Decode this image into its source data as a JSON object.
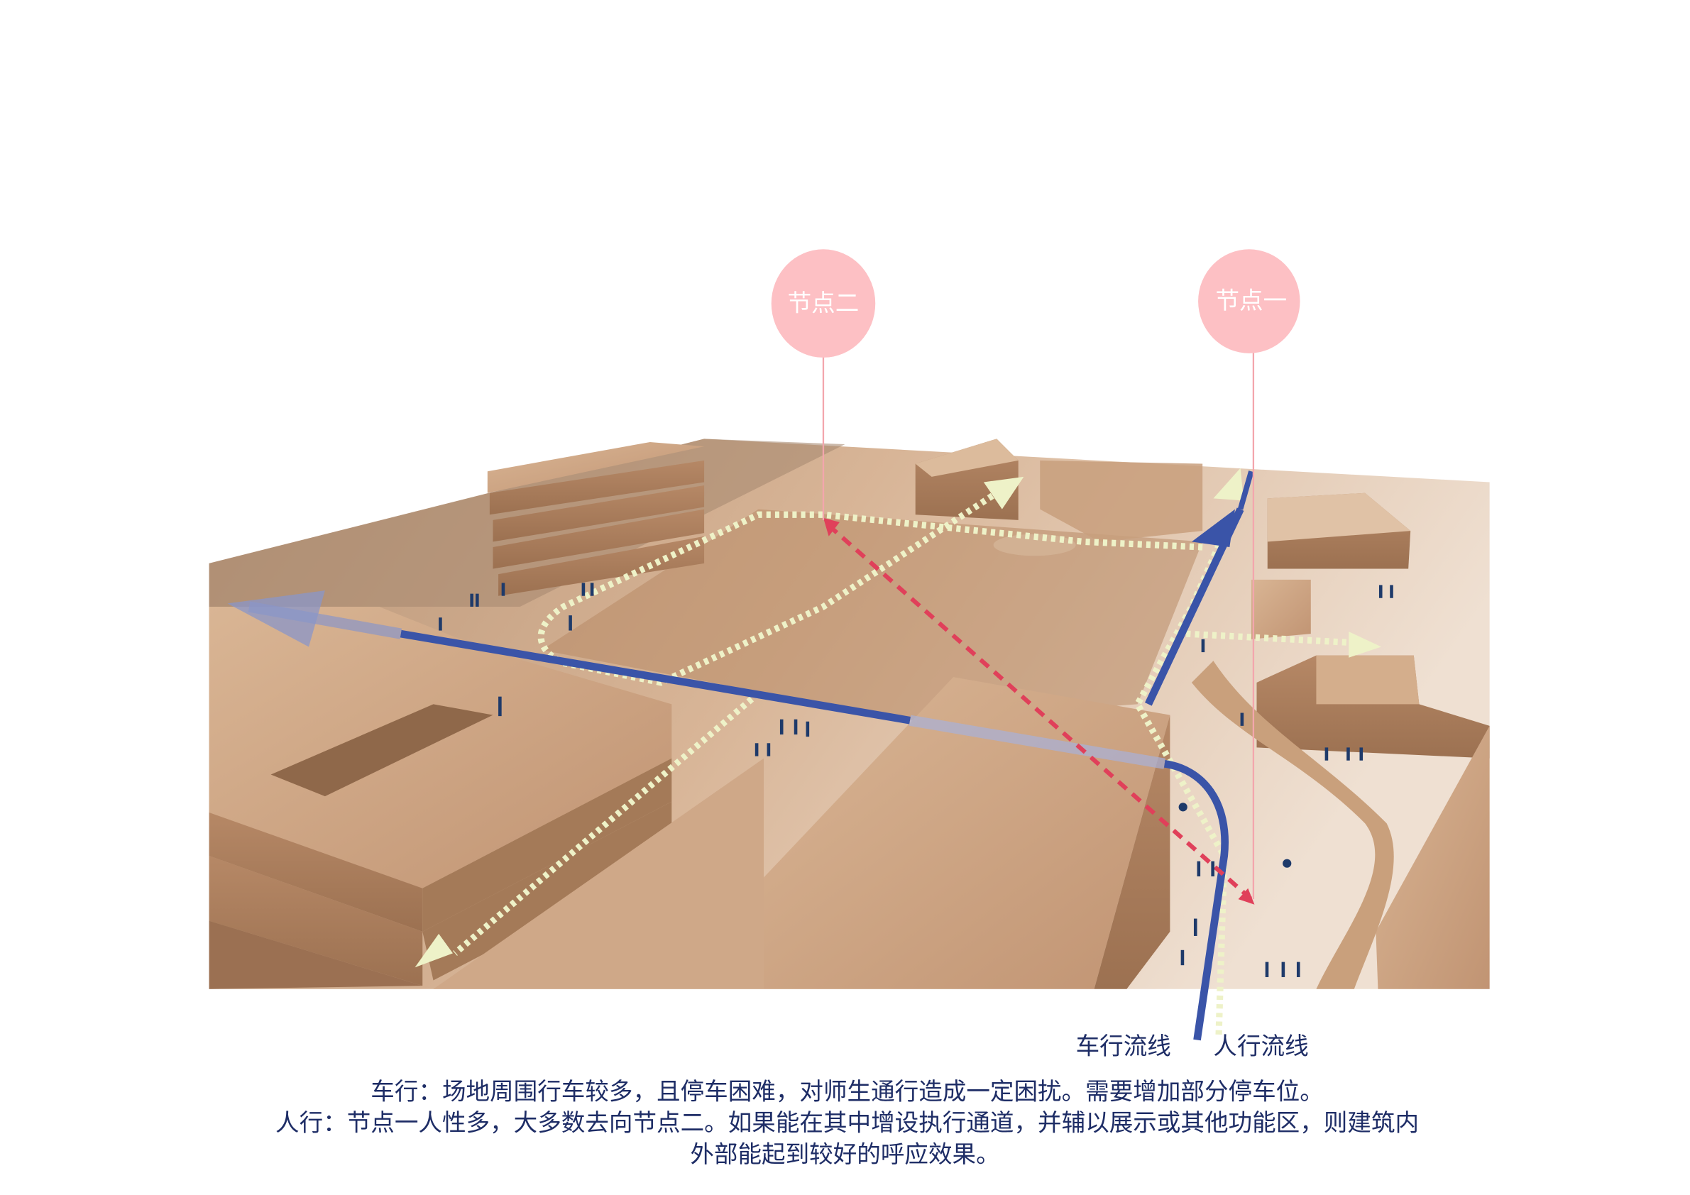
{
  "nodes": [
    {
      "label": "节点二",
      "color": "#fdc0c4"
    },
    {
      "label": "节点一",
      "color": "#fdc0c4"
    }
  ],
  "legend": {
    "car_flow": "车行流线",
    "pedestrian_flow": "人行流线"
  },
  "caption": {
    "line1": "车行：场地周围行车较多，且停车困难，对师生通行造成一定困扰。需要增加部分停车位。",
    "line2": "人行：节点一人性多，大多数去向节点二。如果能在其中增设执行通道，并辅以展示或其他功能区，则建筑内",
    "line3": "外部能起到较好的呼应效果。"
  },
  "colors": {
    "car_route": "#3a54a8",
    "pedestrian_route": "#eef2c8",
    "node_link": "#e0405a",
    "text": "#1e2d66",
    "wood": "#c9a07c"
  }
}
